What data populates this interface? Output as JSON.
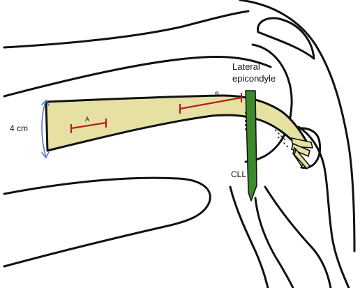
{
  "diagram": {
    "labels": {
      "graft_width": "4 cm",
      "mark_a": "A",
      "mark_b": "B",
      "landmark_line1": "Lateral",
      "landmark_line2": "epicondyle",
      "ligament": "CLL"
    },
    "colors": {
      "outline": "#111111",
      "graft_fill": "#e6e1a2",
      "ligament_fill": "#3d8a2c",
      "measure_line": "#b21f1f",
      "dimension_arrow": "#4a7cc9",
      "background": "#ffffff"
    }
  }
}
